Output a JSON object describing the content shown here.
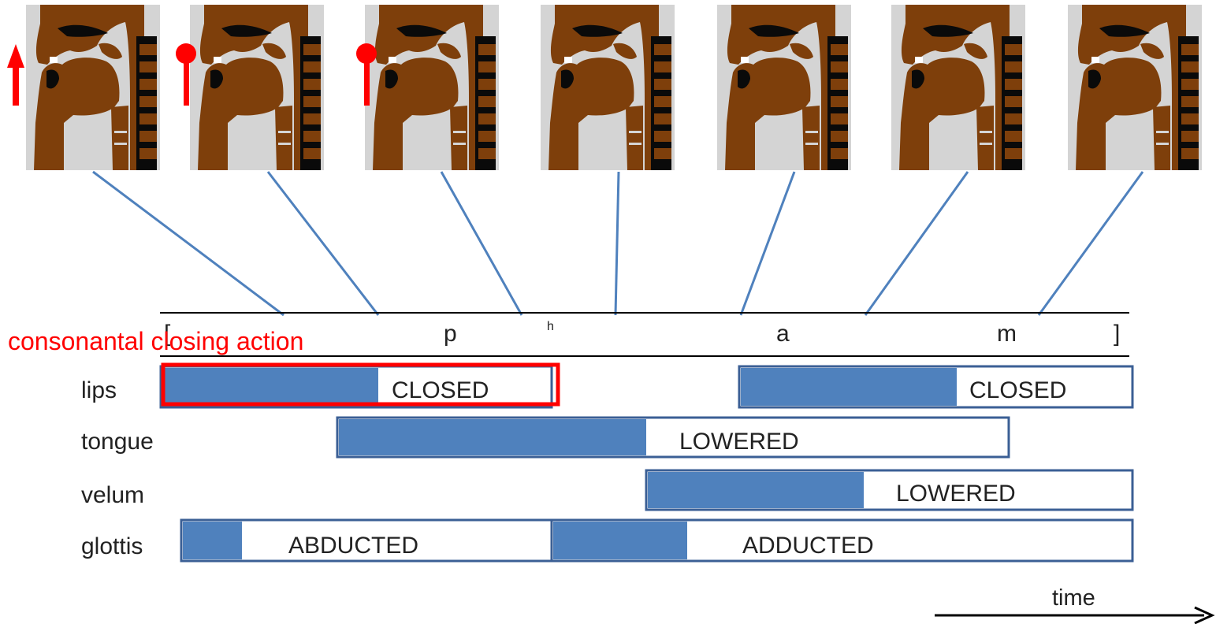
{
  "colors": {
    "flesh": "#7e3f0b",
    "background_panel": "#d4d4d4",
    "cavity": "#0a0a0a",
    "connector": "#4f81bd",
    "bar_fill": "#4f81bd",
    "bar_border": "#3b5f95",
    "highlight": "#ff0000"
  },
  "panel_count": 7,
  "transcription": {
    "open_bracket": "[",
    "p": "p",
    "h": "h",
    "a": "a",
    "m": "m",
    "close_bracket": "]"
  },
  "annotation": "consonantal closing action",
  "tiers": {
    "lips": "lips",
    "tongue": "tongue",
    "velum": "velum",
    "glottis": "glottis"
  },
  "gestures": {
    "lips_1": "CLOSED",
    "lips_2": "CLOSED",
    "tongue_1": "LOWERED",
    "velum_1": "LOWERED",
    "glottis_1": "ABDUCTED",
    "glottis_2": "ADDUCTED"
  },
  "time_label": "time",
  "icons": {
    "panel_1": "upward-arrow-icon",
    "panel_2": "lip-closure-pin-icon",
    "panel_3": "lip-closure-pin-icon"
  }
}
